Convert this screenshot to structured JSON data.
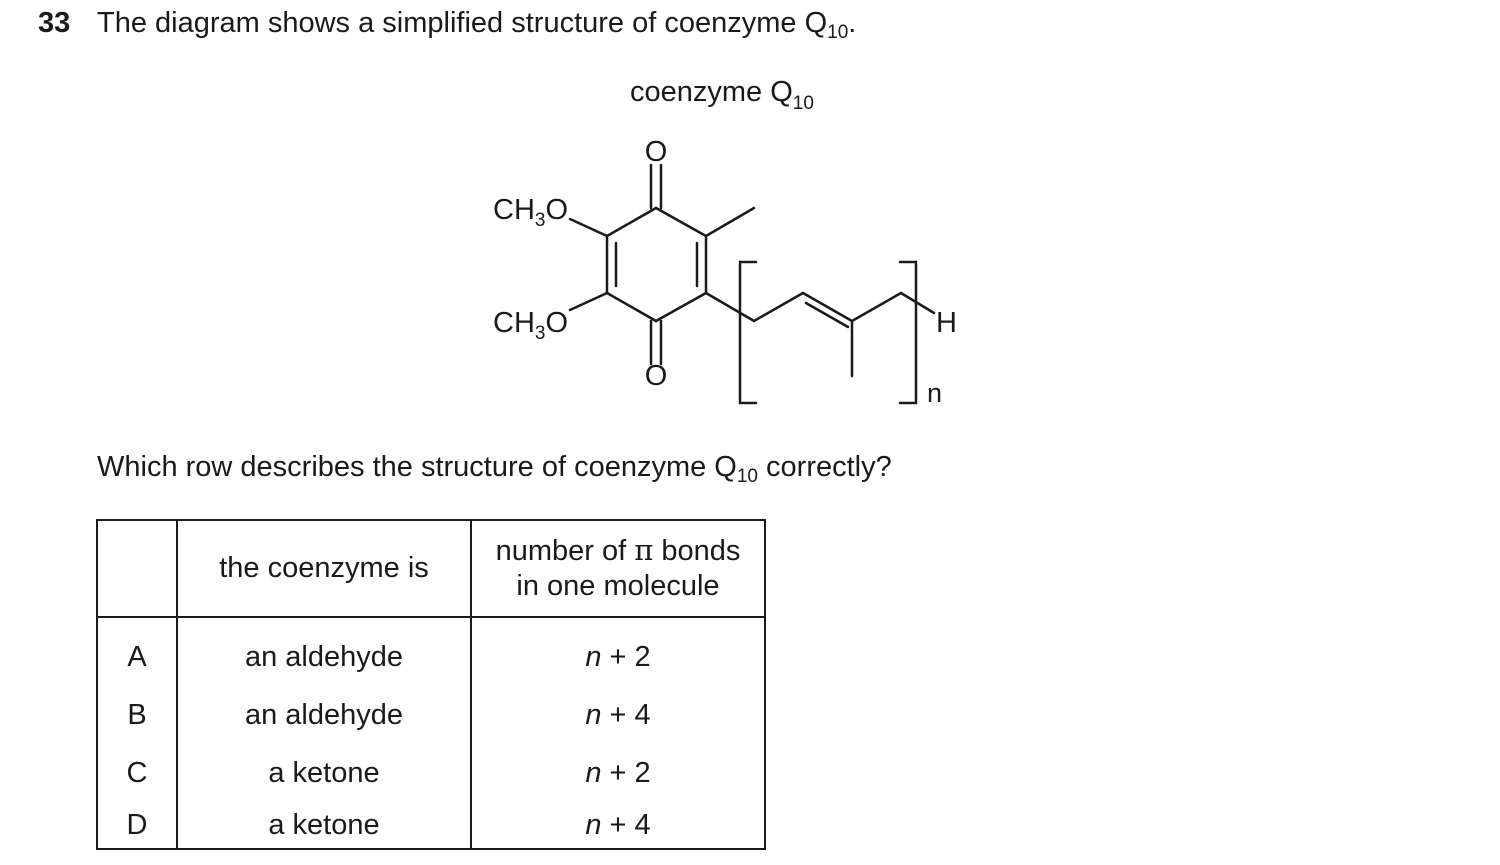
{
  "question": {
    "number": "33",
    "stem_text": "The diagram shows a simplified structure of coenzyme Q",
    "stem_subscript": "10",
    "stem_end": ".",
    "prompt_text": "Which row describes the structure of coenzyme Q",
    "prompt_subscript": "10",
    "prompt_end": " correctly?"
  },
  "diagram": {
    "title": "coenzyme Q",
    "title_subscript": "10",
    "labels": {
      "top_oxygen": "O",
      "bottom_oxygen": "O",
      "methoxy_top": "CH",
      "methoxy_top_sub": "3",
      "methoxy_top_end": "O",
      "methoxy_bottom": "CH",
      "methoxy_bottom_sub": "3",
      "methoxy_bottom_end": "O",
      "terminal_hydrogen": "H",
      "repeat_subscript": "n"
    }
  },
  "table": {
    "headers": {
      "blank": "",
      "col1": "the coenzyme is",
      "col2_line1_a": "number of ",
      "col2_pi": "π",
      "col2_line1_b": " bonds",
      "col2_line2": "in one molecule"
    },
    "rows": [
      {
        "letter": "A",
        "type": "an aldehyde",
        "var": "n",
        "rest": " + 2"
      },
      {
        "letter": "B",
        "type": "an aldehyde",
        "var": "n",
        "rest": " + 4"
      },
      {
        "letter": "C",
        "type": "a ketone",
        "var": "n",
        "rest": " + 2"
      },
      {
        "letter": "D",
        "type": "a ketone",
        "var": "n",
        "rest": " + 4"
      }
    ]
  }
}
